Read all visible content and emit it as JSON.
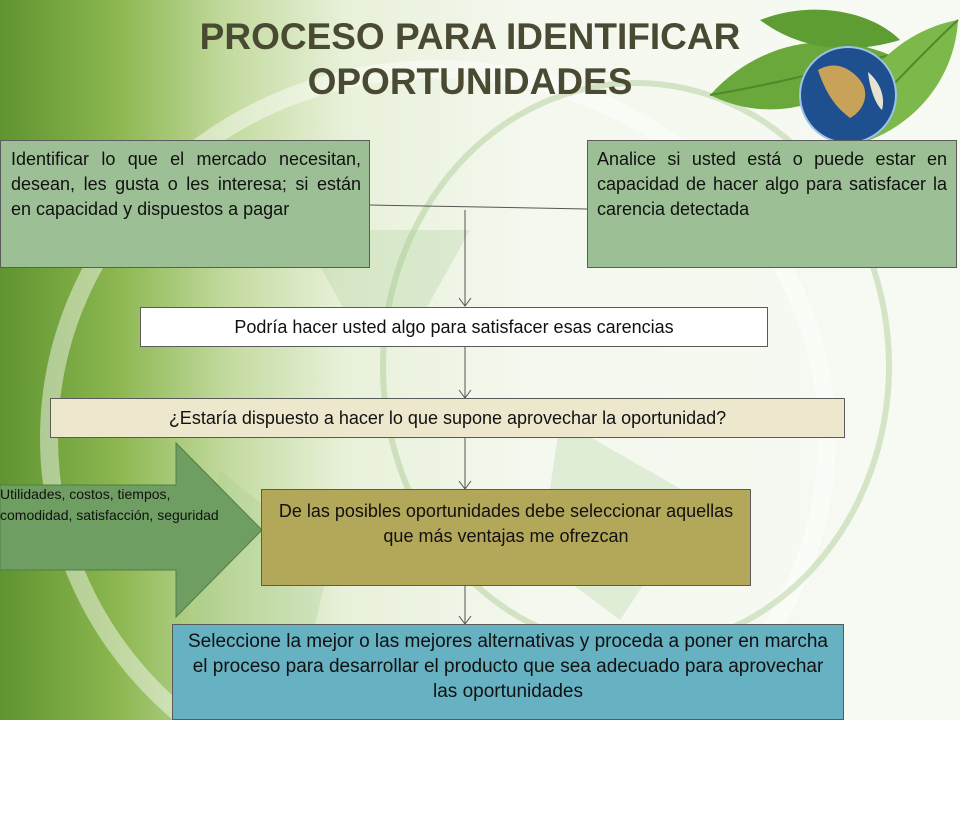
{
  "title": "PROCESO PARA IDENTIFICAR OPORTUNIDADES",
  "boxes": {
    "market_needs": "Identificar lo que el mercado necesitan, desean, les gusta o les interesa; si están en capacidad y dispuestos a pagar",
    "capacity": "Analice si usted está o puede estar en capacidad de hacer algo para satisfacer la carencia detectada",
    "could_do": "Podría hacer usted algo para satisfacer esas carencias",
    "willing": "¿Estaría dispuesto a hacer lo que supone aprovechar la oportunidad?",
    "select_best": "De las posibles oportunidades debe seleccionar aquellas que más ventajas me ofrezcan",
    "final": "Seleccione la mejor o las mejores alternativas y proceda a poner en marcha el proceso para desarrollar el producto que sea adecuado para aprovechar las oportunidades"
  },
  "criteria_arrow": "Utilidades, costos, tiempos, comodidad, satisfacción, seguridad",
  "colors": {
    "green_box": "#9dbf95",
    "tan_box": "#ece7cd",
    "olive_box": "#b3a75a",
    "teal_box": "#66b1c2",
    "arrow": "#6f9e62",
    "title": "#4a4a32"
  },
  "decor": {
    "top_right_image": "globe-on-green-leaves",
    "background_watermark": "recycle-symbol"
  }
}
